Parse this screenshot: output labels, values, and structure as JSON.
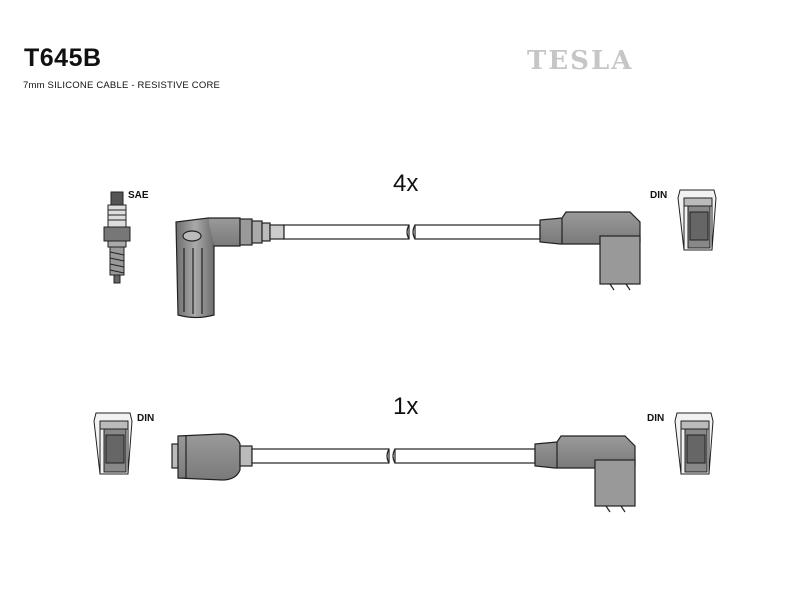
{
  "header": {
    "part_number": "T645B",
    "subtitle": "7mm SILICONE CABLE - RESISTIVE CORE",
    "brand": "TESLA"
  },
  "top_lead": {
    "quantity": "4x",
    "left_label": "SAE",
    "right_label": "DIN"
  },
  "bottom_lead": {
    "quantity": "1x",
    "left_label": "DIN",
    "right_label": "DIN"
  },
  "colors": {
    "boot_fill": "#8a8a8a",
    "outline": "#222222",
    "logo": "#c6c6c6"
  }
}
